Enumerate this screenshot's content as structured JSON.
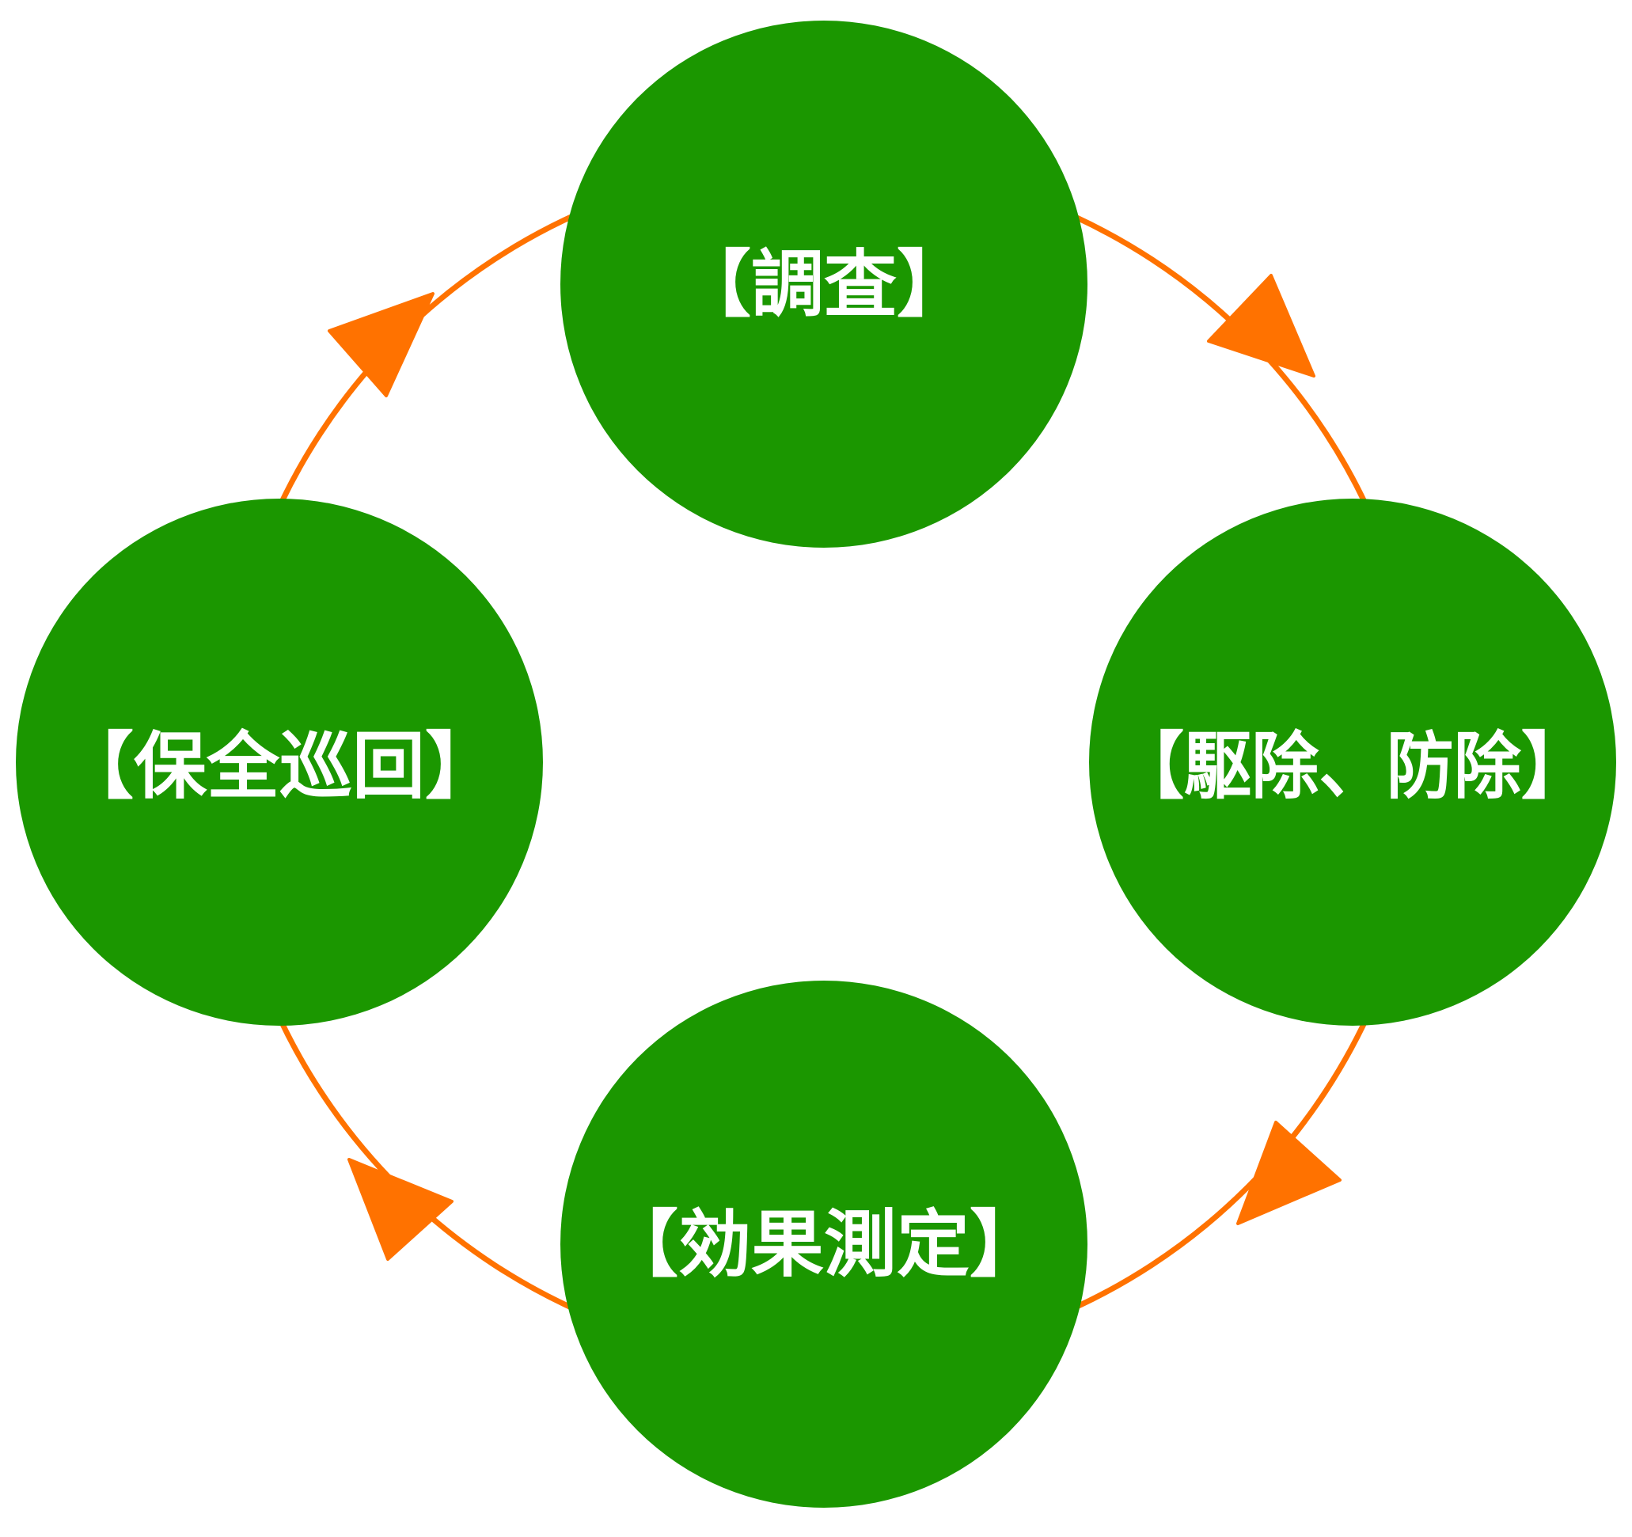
{
  "colors": {
    "node_fill": "#1b9700",
    "arrow": "#ff7200",
    "label": "#ffffff",
    "background": "#ffffff"
  },
  "nodes": [
    {
      "id": "survey",
      "label": "【調査】"
    },
    {
      "id": "removal-prevention",
      "label": "【駆除、防除】"
    },
    {
      "id": "effect-measurement",
      "label": "【効果測定】"
    },
    {
      "id": "maintenance-patrol",
      "label": "【保全巡回】"
    }
  ],
  "flow": [
    {
      "from": "survey",
      "to": "removal-prevention"
    },
    {
      "from": "removal-prevention",
      "to": "effect-measurement"
    },
    {
      "from": "effect-measurement",
      "to": "maintenance-patrol"
    },
    {
      "from": "maintenance-patrol",
      "to": "survey"
    }
  ]
}
